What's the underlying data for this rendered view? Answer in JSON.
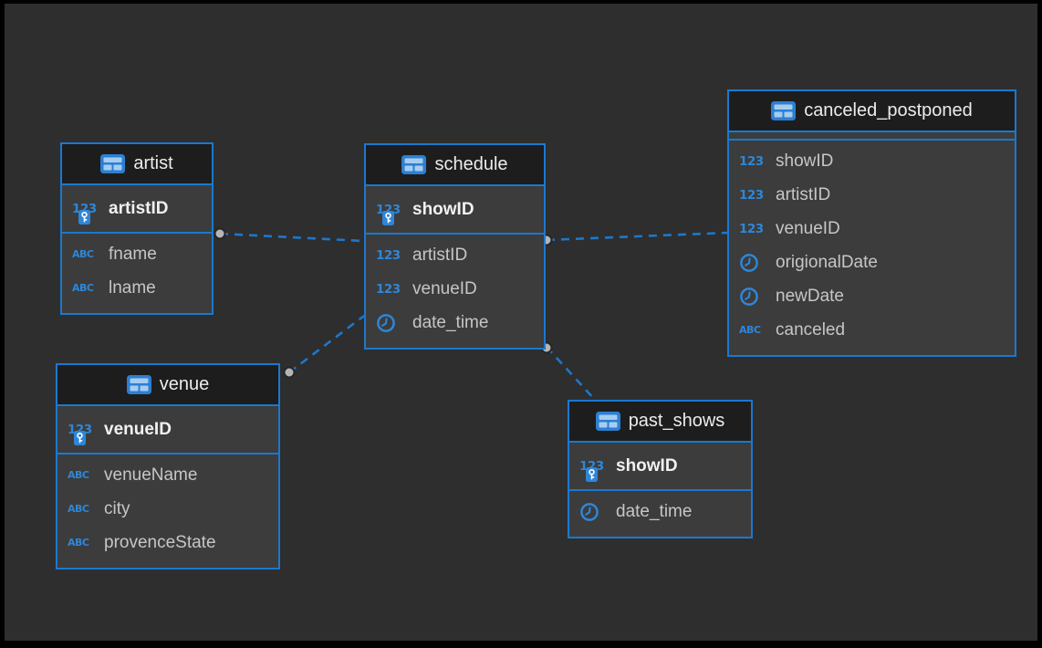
{
  "app": {
    "background_color": "#2e2e2e",
    "accent_color": "#1b78cf",
    "connector_dot_color": "#b5b5b5"
  },
  "entities": [
    {
      "name": "artist",
      "primary_keys": [
        {
          "name": "artistID",
          "type": "int"
        }
      ],
      "columns": [
        {
          "name": "fname",
          "type": "text"
        },
        {
          "name": "lname",
          "type": "text"
        }
      ]
    },
    {
      "name": "schedule",
      "primary_keys": [
        {
          "name": "showID",
          "type": "int"
        }
      ],
      "columns": [
        {
          "name": "artistID",
          "type": "int"
        },
        {
          "name": "venueID",
          "type": "int"
        },
        {
          "name": "date_time",
          "type": "datetime"
        }
      ]
    },
    {
      "name": "canceled_postponed",
      "primary_keys": [],
      "columns": [
        {
          "name": "showID",
          "type": "int"
        },
        {
          "name": "artistID",
          "type": "int"
        },
        {
          "name": "venueID",
          "type": "int"
        },
        {
          "name": "origionalDate",
          "type": "datetime"
        },
        {
          "name": "newDate",
          "type": "datetime"
        },
        {
          "name": "canceled",
          "type": "text"
        }
      ]
    },
    {
      "name": "venue",
      "primary_keys": [
        {
          "name": "venueID",
          "type": "int"
        }
      ],
      "columns": [
        {
          "name": "venueName",
          "type": "text"
        },
        {
          "name": "city",
          "type": "text"
        },
        {
          "name": "provenceState",
          "type": "text"
        }
      ]
    },
    {
      "name": "past_shows",
      "primary_keys": [
        {
          "name": "showID",
          "type": "int"
        }
      ],
      "columns": [
        {
          "name": "date_time",
          "type": "datetime"
        }
      ]
    }
  ],
  "type_glyphs": {
    "int": "123",
    "text": "ABC",
    "datetime": "clock-icon"
  },
  "relationships": [
    {
      "from": "artist",
      "to": "schedule"
    },
    {
      "from": "schedule",
      "to": "canceled_postponed"
    },
    {
      "from": "venue",
      "to": "schedule"
    },
    {
      "from": "schedule",
      "to": "past_shows"
    }
  ]
}
